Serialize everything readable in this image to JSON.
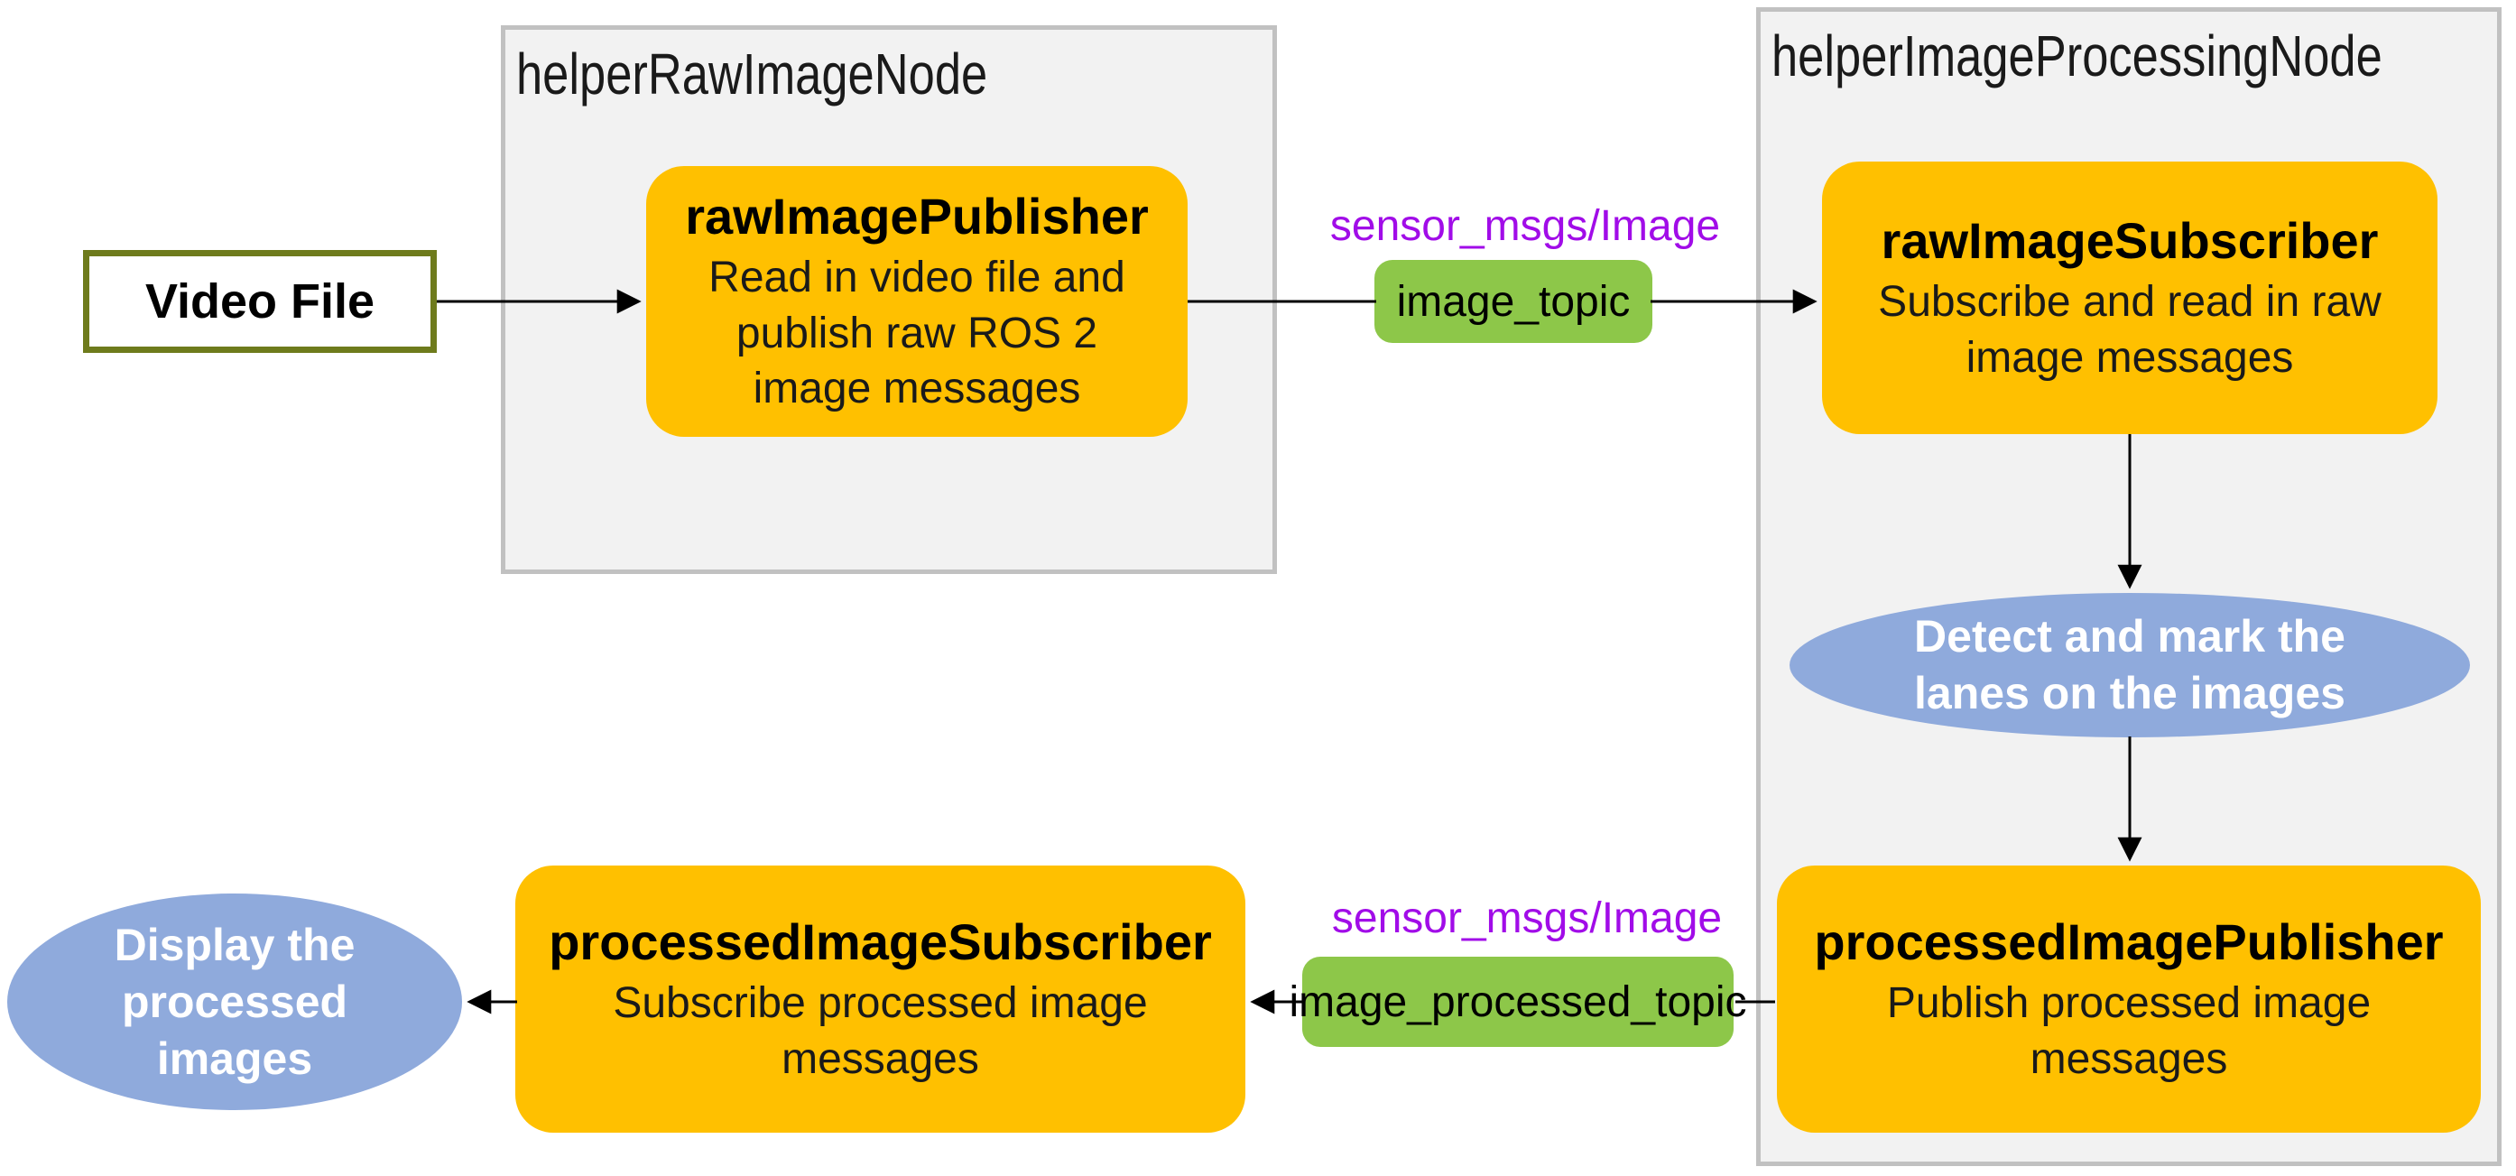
{
  "diagram": {
    "groups": {
      "raw_image_node": {
        "title": "helperRawImageNode"
      },
      "image_processing_node": {
        "title": "helperImageProcessingNode"
      }
    },
    "source": {
      "label": "Video File"
    },
    "nodes": {
      "raw_image_publisher": {
        "title": "rawImagePublisher",
        "description": "Read in video file and\npublish raw ROS 2\nimage messages"
      },
      "raw_image_subscriber": {
        "title": "rawImageSubscriber",
        "description": "Subscribe and read in raw\nimage messages"
      },
      "processed_image_publisher": {
        "title": "processedImagePublisher",
        "description": "Publish processed image\nmessages"
      },
      "processed_image_subscriber": {
        "title": "processedImageSubscriber",
        "description": "Subscribe processed image\nmessages"
      }
    },
    "topics": {
      "image_topic": {
        "label": "image_topic",
        "message_type": "sensor_msgs/Image"
      },
      "image_processed_topic": {
        "label": "image_processed_topic",
        "message_type": "sensor_msgs/Image"
      }
    },
    "operations": {
      "detect_lanes": {
        "label": "Detect and mark the\nlanes on the images"
      },
      "display_images": {
        "label": "Display the\nprocessed\nimages"
      }
    },
    "colors": {
      "node_fill": "#FFC000",
      "topic_fill": "#8DC749",
      "operation_fill": "#8FAADC",
      "message_type_text": "#A10CE8",
      "group_fill": "#F2F2F2",
      "group_border": "#C1C1C1",
      "source_border": "#6E7B1C",
      "arrow": "#000000"
    }
  }
}
